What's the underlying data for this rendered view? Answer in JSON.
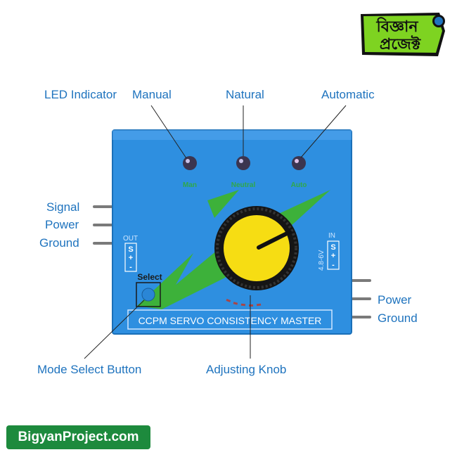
{
  "logo": {
    "line1": "বিজ্ঞান",
    "line2": "প্রজেক্ট",
    "colors": {
      "fill": "#7ed321",
      "outline": "#111111",
      "accent": "#1e73be"
    }
  },
  "callouts": {
    "led_indicator": "LED Indicator",
    "manual": "Manual",
    "natural": "Natural",
    "automatic": "Automatic",
    "signal": "Signal",
    "power_left": "Power",
    "ground_left": "Ground",
    "power_right": "Power",
    "ground_right": "Ground",
    "mode_select": "Mode Select Button",
    "adjusting_knob": "Adjusting Knob"
  },
  "device": {
    "led_labels": [
      "Man",
      "Neutral",
      "Auto"
    ],
    "out_label": "OUT",
    "in_label": "IN",
    "voltage": "4.8-6V",
    "pin_s": "S",
    "pin_plus": "+",
    "pin_minus": "-",
    "select_label": "Select",
    "title": "CCPM SERVO CONSISTENCY MASTER",
    "colors": {
      "body": "#2e8fe0",
      "stripe": "#3db13a",
      "knob": "#f6dd13",
      "led_text": "#2fa84a"
    }
  },
  "footer": {
    "site": "BigyanProject.com",
    "color": "#1d8a3d"
  }
}
